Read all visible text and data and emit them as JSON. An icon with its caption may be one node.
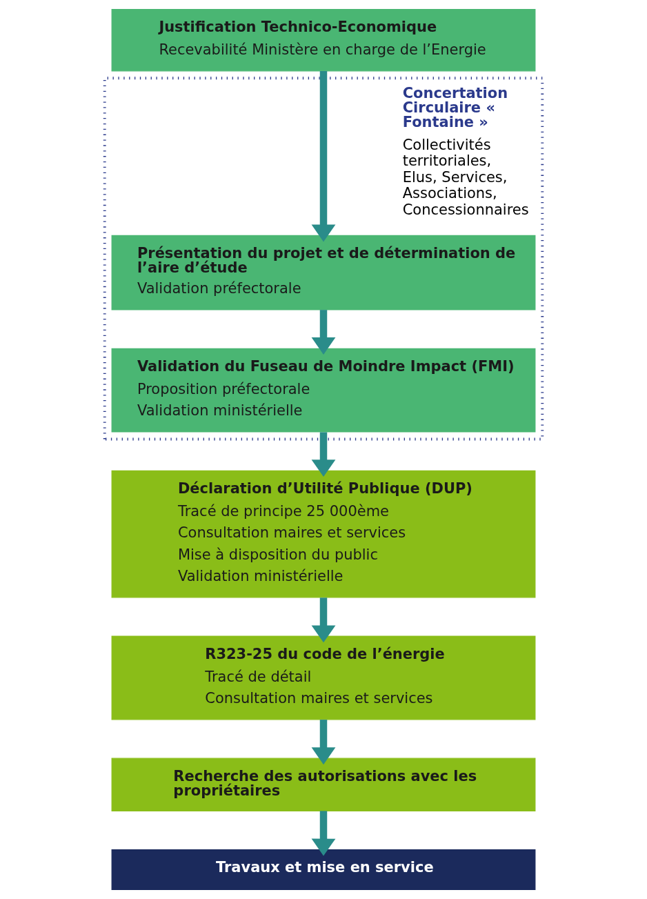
{
  "diagram": {
    "nodes": [
      {
        "text": [
          "Justification Technico-Economique",
          "Recevabilité Ministère en charge de l’Energie"
        ]
      },
      {
        "text": [
          "Concertation Circulaire « Fontaine »",
          "Collectivités territoriales, Elus, Services, Associations, Concessionnaires"
        ]
      },
      {
        "text": [
          "Présentation du projet et de détermination de l’aire d’étude",
          "Validation préfectorale"
        ],
        "in": 1
      },
      {
        "text": [
          "Validation du Fuseau de Moindre Impact (FMI)",
          "Proposition préfectorale",
          "Validation ministérielle"
        ],
        "in": 1
      },
      {
        "text": [
          "Déclaration d’Utilité Publique (DUP)",
          "Tracé de principe 25 000ème",
          "Consultation maires et services",
          "Mise à disposition du public",
          "Validation ministérielle"
        ]
      },
      {
        "text": [
          "R323-25 du code de l’énergie",
          "Tracé de détail",
          "Consultation maires et services"
        ]
      },
      {
        "text": [
          "Recherche des autorisations avec les propriétaires"
        ]
      },
      {
        "text": [
          "Travaux et mise en service"
        ]
      }
    ],
    "edges": [
      {
        "from": 0,
        "to": 2,
        "arrow": "to"
      },
      {
        "from": 2,
        "to": 3,
        "arrow": "to"
      },
      {
        "from": 3,
        "to": 4,
        "arrow": "to"
      },
      {
        "from": 4,
        "to": 5,
        "arrow": "to"
      },
      {
        "from": 5,
        "to": 6,
        "arrow": "to"
      },
      {
        "from": 6,
        "to": 7,
        "arrow": "to"
      }
    ]
  }
}
